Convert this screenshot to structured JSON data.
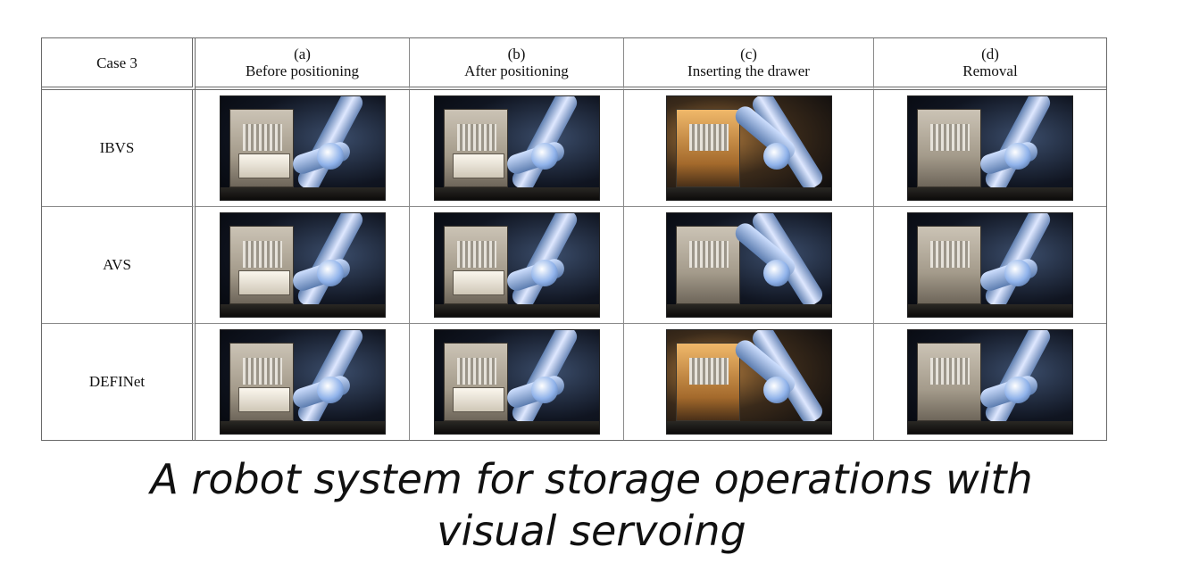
{
  "table": {
    "corner_label": "Case 3",
    "columns": [
      {
        "tag": "(a)",
        "label": "Before positioning"
      },
      {
        "tag": "(b)",
        "label": "After positioning"
      },
      {
        "tag": "(c)",
        "label": "Inserting the drawer"
      },
      {
        "tag": "(d)",
        "label": "Removal"
      }
    ],
    "rows": [
      {
        "label": "IBVS"
      },
      {
        "label": "AVS"
      },
      {
        "label": "DEFINet"
      }
    ]
  },
  "caption": {
    "line1": "A robot system for storage operations with",
    "line2": "visual servoing"
  }
}
